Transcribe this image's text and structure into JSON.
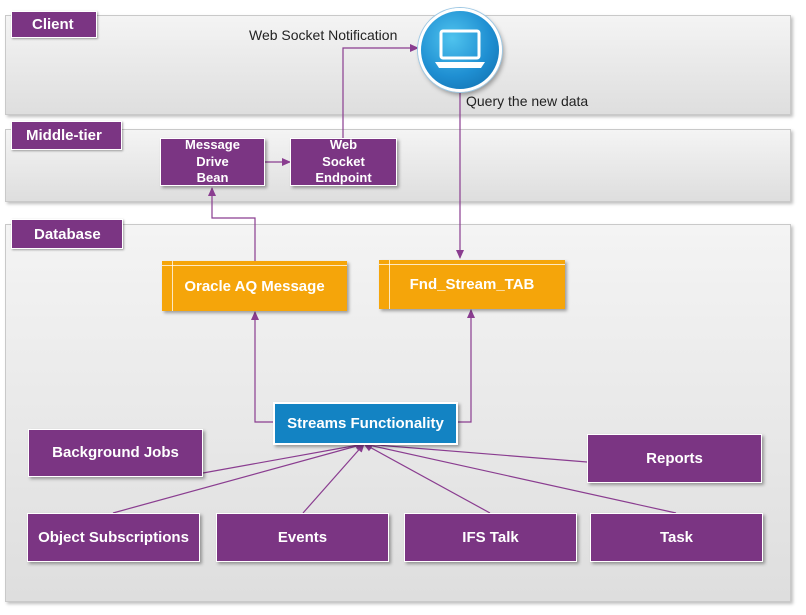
{
  "tiers": {
    "client": "Client",
    "middle": "Middle-tier",
    "database": "Database"
  },
  "annotations": {
    "ws_notification": "Web Socket Notification",
    "query": "Query the new data"
  },
  "middle_tier": {
    "mdb": "Message Drive Bean",
    "ws_endpoint": "Web Socket Endpoint"
  },
  "database": {
    "aq_message": "Oracle AQ Message",
    "stream_tab": "Fnd_Stream_TAB",
    "streams": "Streams Functionality",
    "background_jobs": "Background Jobs",
    "reports": "Reports",
    "object_subscriptions": "Object Subscriptions",
    "events": "Events",
    "ifs_talk": "IFS Talk",
    "task": "Task"
  },
  "icons": {
    "client": "laptop-icon"
  },
  "colors": {
    "purple": "#7b3583",
    "orange": "#f5a50a",
    "blue": "#1383c3"
  }
}
